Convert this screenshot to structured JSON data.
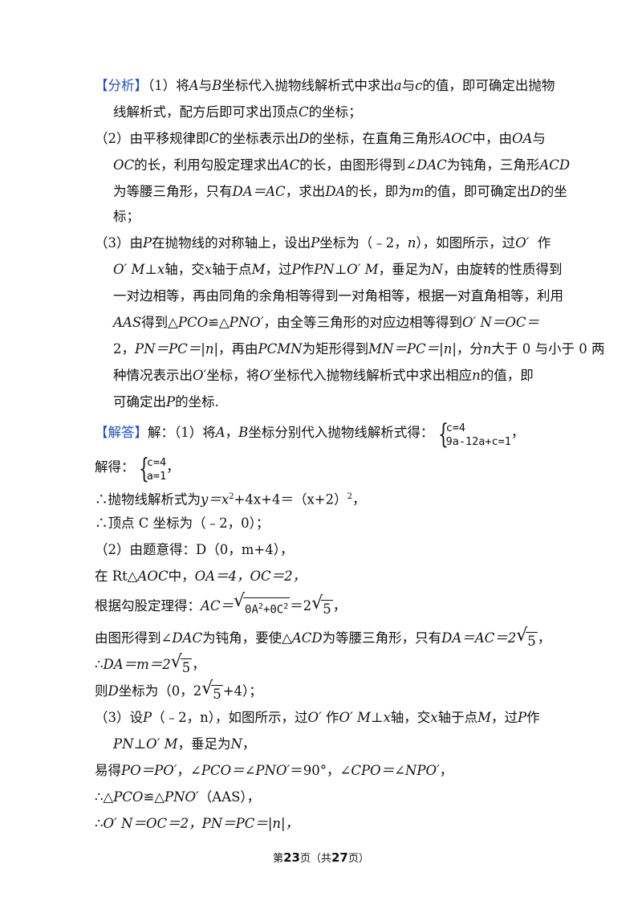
{
  "analysis": {
    "tag": "【分析】",
    "p1a": "（1）将",
    "A": "A",
    "p1b": "与",
    "B": "B",
    "p1c": "坐标代入抛物线解析式中求出",
    "a": "a",
    "p1d": "与",
    "c": "c",
    "p1e": "的值，即可确定出抛物",
    "p1f": "线解析式，配方后即可求出顶点",
    "C": "C",
    "p1g": "的坐标；",
    "p2a": "（2）由平移规律即",
    "p2b": "的坐标表示出",
    "D": "D",
    "p2c": "的坐标，在直角三角形",
    "AOC": "AOC",
    "p2d": "中，由",
    "OA": "OA",
    "p2e": "与",
    "OC": "OC",
    "p2f": "的长，利用勾股定理求出",
    "AC": "AC",
    "p2g": "的长，由图形得到∠",
    "DAC": "DAC",
    "p2h": "为钝角，三角形",
    "ACD": "ACD",
    "p2i": "为等腰三角形，只有",
    "DAeqAC": "DA＝AC",
    "p2j": "，求出",
    "DA": "DA",
    "p2k": "的长，即为",
    "m": "m",
    "p2l": "的值，即可确定出",
    "p2m": "的坐",
    "p2n": "标；",
    "p3a": "（3）由",
    "P": "P",
    "p3b": "在抛物线的对称轴上，设出",
    "p3c": "坐标为（﹣2，",
    "n": "n",
    "p3d": "），如图所示，过",
    "Op": "O′",
    "p3e": "作",
    "p3f": "O′ M⊥x",
    "p3g": "轴，交",
    "x": "x",
    "p3h": "轴于点",
    "M": "M",
    "p3i": "，过",
    "p3j": "作",
    "PNOM": "PN⊥O′ M",
    "p3k": "，垂足为",
    "N": "N",
    "p3l": "，由旋转的性质得到",
    "p3m": "一对边相等，再由同角的余角相等得到一对角相等，根据一对直角相等，利用",
    "AAS": "AAS",
    "p3n": "得到△",
    "PCO": "PCO",
    "cong": "≌△",
    "PNOp": "PNO′",
    "p3o": "，由全等三角形的对应边相等得到",
    "ONeqOC": "O′ N＝OC＝",
    "p3p": "2，",
    "PNeqPC": "PN＝PC＝|n|",
    "p3q": "，再由",
    "PCMN": "PCMN",
    "p3r": "为矩形得到",
    "MNeqPC": "MN＝PC＝|n|",
    "p3s": "，分",
    "p3t": "大于 0 与小于 0 两",
    "p3u": "种情况表示出",
    "p3v": "坐标，将",
    "p3w": "坐标代入抛物线解析式中求出相应",
    "p3x": "的值，即",
    "p3y": "可确定出",
    "p3z": "的坐标."
  },
  "solution": {
    "tag": "【解答】",
    "s1a": "解：（1）将",
    "s1b": "，",
    "s1c": "坐标分别代入抛物线解析式得：",
    "sys1": [
      "c=4",
      "9a-12a+c=1"
    ],
    "comma": "，",
    "s2": "解得：",
    "sys2": [
      "c=4",
      "a=1"
    ],
    "s3a": "∴抛物线解析式为",
    "s3b": "y＝x",
    "sq": "2",
    "s3c": "+4x+4＝（x+2）",
    "s3d": "，",
    "s4": "∴顶点 C 坐标为（﹣2，0）；",
    "s5": "（2）由题意得：D（0，m+4），",
    "s6a": "在 Rt△",
    "s6b": "中，",
    "s6c": "OA＝4，OC＝2，",
    "s7a": "根据勾股定理得：",
    "s7b": "AC＝",
    "s7rad": "0A",
    "s7plus": "+0C",
    "s7eq": "＝2",
    "five": "5",
    "s8a": "由图形得到∠",
    "s8b": "为钝角，要使△",
    "s8c": "为等腰三角形，只有",
    "s8d": "DA＝AC＝2",
    "s9a": "∴",
    "s9b": "DA＝m＝2",
    "s10a": "则",
    "s10b": "坐标为（0，2",
    "s10c": "+4）；",
    "s11a": "（3）设",
    "s11b": "（﹣2，n），如图所示，过",
    "s11c": "作",
    "s11d": "O′ M⊥x",
    "s11e": "轴，交",
    "s11f": "轴于点",
    "s11g": "，过",
    "s11h": "作",
    "s12a": "PN⊥O′ M",
    "s12b": "，垂足为",
    "s13a": "易得",
    "s13b": "PO＝PO′",
    "s13c": "，∠",
    "s13d": "PCO＝∠PNO′",
    "s13e": "＝90°，∠",
    "s13f": "CPO＝∠NPO′",
    "s13g": "，",
    "s14a": "∴△",
    "s14b": "（AAS），",
    "s15a": "∴",
    "s15b": "O′ N＝OC＝2，PN＝PC＝|n|，"
  },
  "footer": {
    "pre": "第",
    "page": "23",
    "mid": "页（共",
    "total": "27",
    "post": "页）"
  }
}
